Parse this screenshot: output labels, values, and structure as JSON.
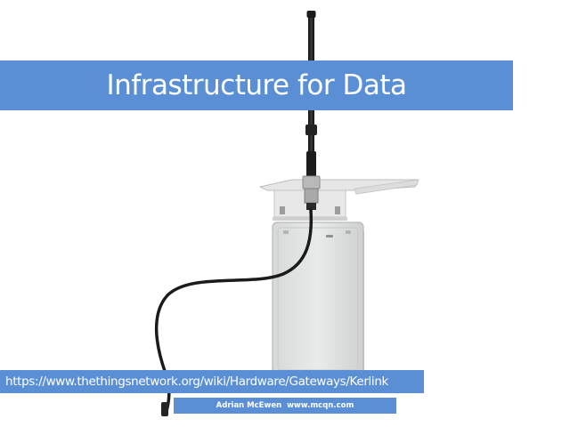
{
  "slide": {
    "title": "Infrastructure for Data",
    "url": "https://www.thethingsnetwork.org/wiki/Hardware/Gateways/Kerlink",
    "credit": "Adrian McEwen  www.mcqn.com",
    "accent_color": "#5a8fd6"
  },
  "image": {
    "subject": "gateway-with-antenna-photo"
  }
}
